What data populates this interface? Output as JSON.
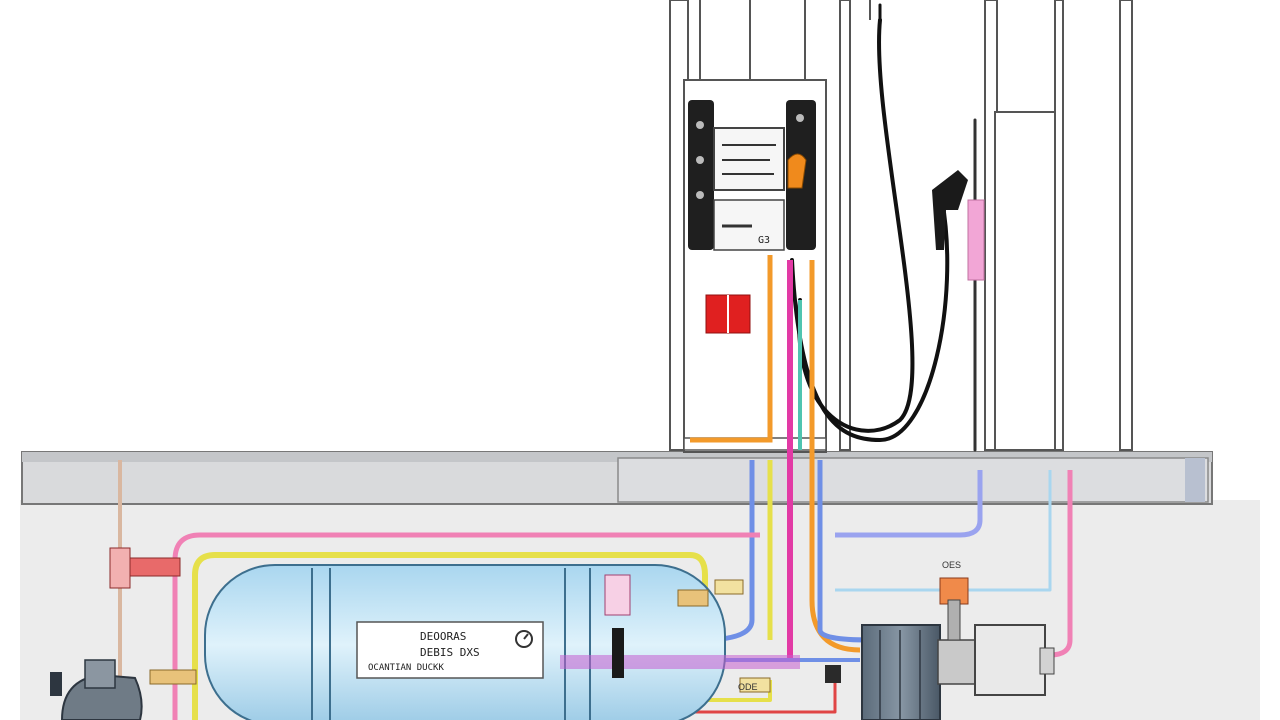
{
  "tank": {
    "label_line1": "DEOORAS",
    "label_line2": "DEBIS DXS",
    "label_line3": "OCANTIAN DUCKK",
    "gauge_icon": "gauge-icon"
  },
  "dispenser": {
    "display_top": "",
    "display_bottom": "",
    "indicator_color": "#e02020",
    "nozzle_color": "#f08a1c"
  },
  "components": {
    "valve_label": "OES",
    "junction_label": "ODE"
  },
  "colors": {
    "pipe_orange": "#f39a2a",
    "pipe_pink": "#f081b5",
    "pipe_magenta": "#e23aa5",
    "pipe_yellow": "#e6e04a",
    "pipe_blue": "#6f8fe6",
    "pipe_teal": "#4fc4b0",
    "pipe_red": "#e04545",
    "tank_fill": "#bfe3f5",
    "ground": "#e8e8e8"
  }
}
